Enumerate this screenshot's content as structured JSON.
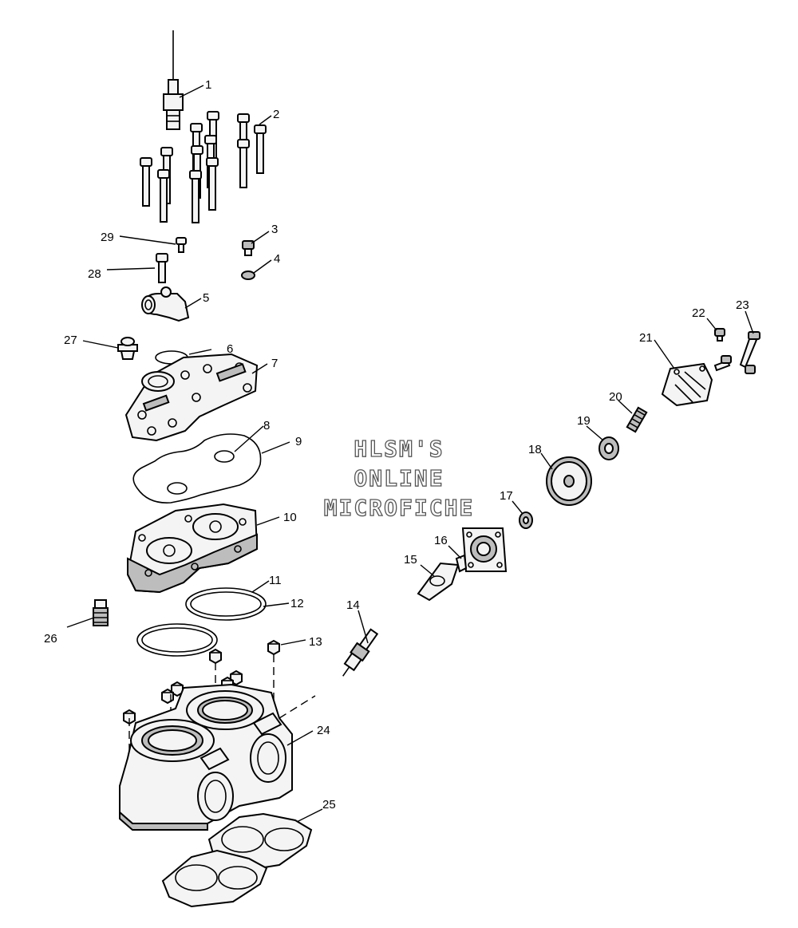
{
  "watermark": {
    "line1": "HLSM'S",
    "line2": "ONLINE",
    "line3": "MICROFICHE"
  },
  "callouts": [
    "1",
    "2",
    "3",
    "4",
    "5",
    "6",
    "7",
    "8",
    "9",
    "10",
    "11",
    "12",
    "13",
    "14",
    "15",
    "16",
    "17",
    "18",
    "19",
    "20",
    "21",
    "22",
    "23",
    "24",
    "25",
    "26",
    "27",
    "28",
    "29"
  ]
}
